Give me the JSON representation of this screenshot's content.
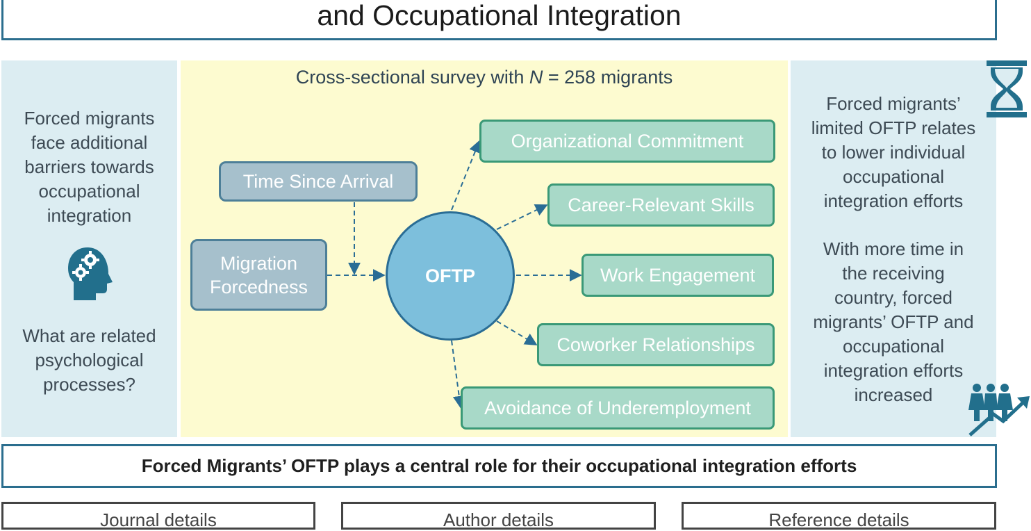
{
  "title": "and Occupational Integration",
  "survey": {
    "prefix": "Cross-sectional survey with ",
    "n_symbol": "N",
    "suffix": " = 258 migrants"
  },
  "left_panel": {
    "problem": [
      "Forced migrants",
      "face additional",
      "barriers towards",
      "occupational",
      "integration"
    ],
    "question": [
      "What are related",
      "psychological",
      "processes?"
    ],
    "icon": "head-with-gears-icon"
  },
  "diagram": {
    "predictor_lines": [
      "Migration",
      "Forcedness"
    ],
    "moderator": "Time Since Arrival",
    "mediator": "OFTP",
    "outcomes": [
      "Organizational Commitment",
      "Career-Relevant Skills",
      "Work Engagement",
      "Coworker Relationships",
      "Avoidance of Underemployment"
    ]
  },
  "right_panel": {
    "finding_1": [
      "Forced migrants’",
      "limited OFTP relates",
      "to lower individual",
      "occupational",
      "integration efforts"
    ],
    "finding_2": [
      "With more time in",
      "the receiving",
      "country, forced",
      "migrants’ OFTP and",
      "occupational",
      "integration efforts",
      "increased"
    ],
    "icons": [
      "hourglass-icon",
      "people-growth-icon"
    ]
  },
  "conclusion": "Forced Migrants’ OFTP plays a central role for their occupational integration efforts",
  "detail_boxes": [
    "Journal details",
    "Author details",
    "Reference details"
  ],
  "colors": {
    "frame": "#2b6e8e",
    "side_panel": "#dcedf2",
    "middle_panel": "#fdfbd0",
    "gray_box": "#a6c0cc",
    "green_box": "#a8d9c8",
    "circle": "#7dbfdc",
    "arrow": "#2a6d95"
  }
}
